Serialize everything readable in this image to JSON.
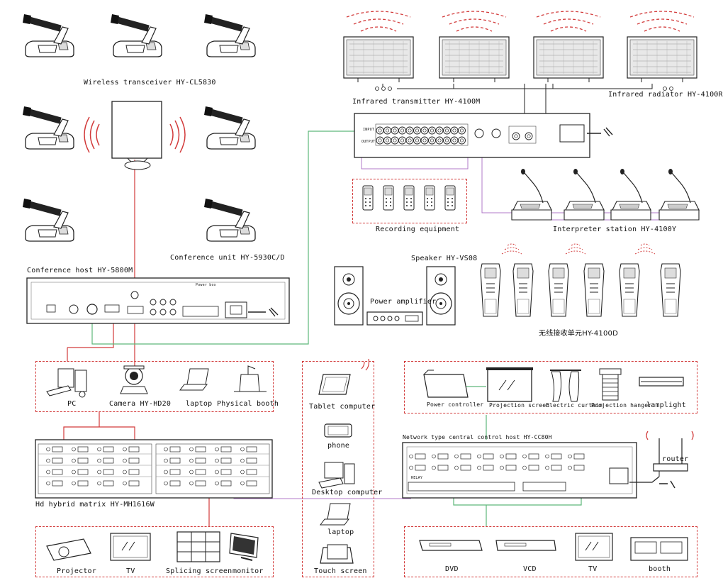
{
  "labels": {
    "wireless_transceiver": "Wireless transceiver HY-CL5830",
    "conference_unit": "Conference unit HY-5930C/D",
    "conference_host": "Conference host HY-5800M",
    "infrared_transmitter": "Infrared transmitter HY-4100M",
    "infrared_radiator": "Infrared radiator HY-4100R",
    "recording_equipment": "Recording equipment",
    "interpreter_station": "Interpreter station HY-4100Y",
    "speaker": "Speaker HY-VS08",
    "power_amplifier": "Power amplifier",
    "wireless_receiver": "无线接收单元HY-4100D",
    "pc": "PC",
    "camera": "Camera HY-HD20",
    "laptop_left": "laptop",
    "physical_booth": "Physical booth",
    "tablet": "Tablet computer",
    "phone": "phone",
    "desktop": "Desktop computer",
    "laptop_mid": "laptop",
    "touch_screen": "Touch screen",
    "power_controller": "Power controller",
    "projection_screen": "Projection screen",
    "electric_curtain": "Electric curtain",
    "projection_hanger": "Projection hanger",
    "lamplight": "lamplight",
    "central_control": "Network type central control host HY-CC80H",
    "router": "router",
    "matrix": "Hd hybrid matrix HY-MH1616W",
    "projector": "Projector",
    "tv_left": "TV",
    "splicing": "Splicing screen",
    "monitor": "monitor",
    "dvd": "DVD",
    "vcd": "VCD",
    "tv_right": "TV",
    "booth": "booth"
  },
  "panel_text": {
    "input": "INPUT",
    "output": "OUTPUT",
    "relay": "RELAY",
    "power_box": "Power box"
  },
  "colors": {
    "green_line": "#5db77a",
    "red_line": "#d23a3a",
    "purple_line": "#b07ac8",
    "dashed_border": "#d23a3a"
  }
}
